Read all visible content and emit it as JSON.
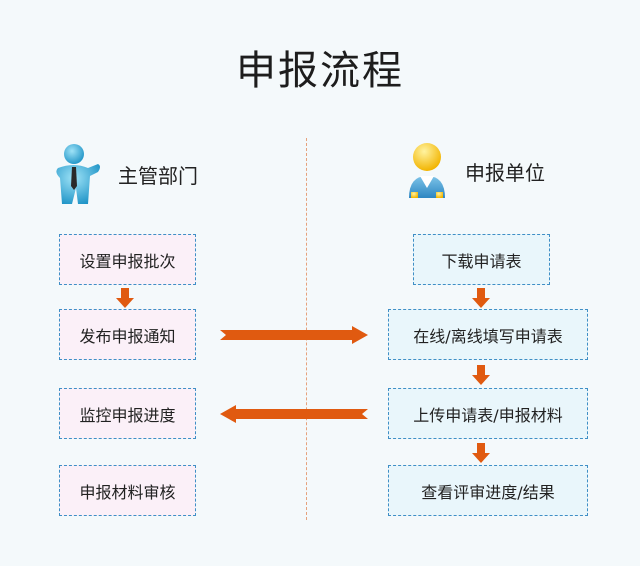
{
  "title": "申报流程",
  "left_role": {
    "label": "主管部门",
    "icon": "manager-person-icon"
  },
  "right_role": {
    "label": "申报单位",
    "icon": "applicant-person-icon"
  },
  "left_steps": [
    "设置申报批次",
    "发布申报通知",
    "监控申报进度",
    "申报材料审核"
  ],
  "right_steps": [
    "下载申请表",
    "在线/离线填写申请表",
    "上传申请表/申报材料",
    "查看评审进度/结果"
  ],
  "colors": {
    "arrow": "#e05a10",
    "box_border": "#3f8fc6",
    "left_box_bg": "#fbf0f8",
    "right_box_bg": "#e9f6fb",
    "divider": "#e6a27c"
  }
}
